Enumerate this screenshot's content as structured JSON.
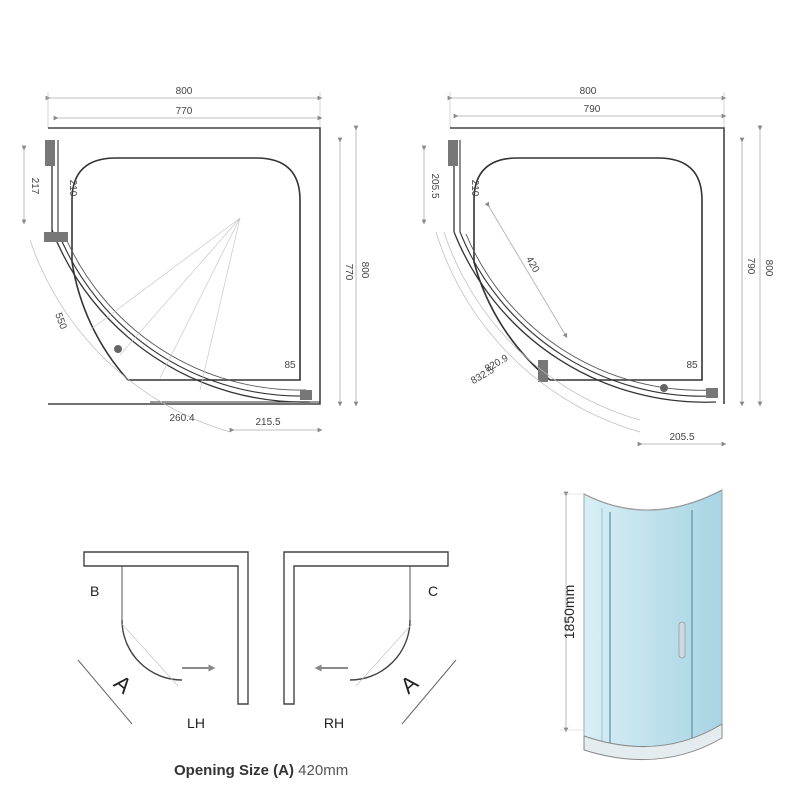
{
  "plan_left": {
    "width_outer": "800",
    "width_inner": "770",
    "depth_outer": "800",
    "depth_inner": "770",
    "side_panel": "217",
    "side_small": "210",
    "radius": "550",
    "arc_a": "260.4",
    "arc_b": "215.5",
    "corner": "85"
  },
  "plan_right": {
    "width_outer": "800",
    "width_inner": "790",
    "depth_outer": "800",
    "depth_inner": "790",
    "side_panel": "205.5",
    "side_small": "210",
    "radius_label": "420",
    "arc_a": "820.9",
    "arc_b": "832.5",
    "bottom": "205.5",
    "corner": "85"
  },
  "door_lh": {
    "wall_label": "B",
    "hand_label": "LH",
    "opening_label": "A"
  },
  "door_rh": {
    "wall_label": "C",
    "hand_label": "RH",
    "opening_label": "A"
  },
  "enclosure": {
    "height": "1850mm"
  },
  "caption": {
    "label": "Opening Size (A)",
    "value": "420mm"
  },
  "colors": {
    "line": "#555555",
    "light_line": "#bbbbbb",
    "glass": "#bfe1ec",
    "glass_dark": "#8fc3d4"
  }
}
